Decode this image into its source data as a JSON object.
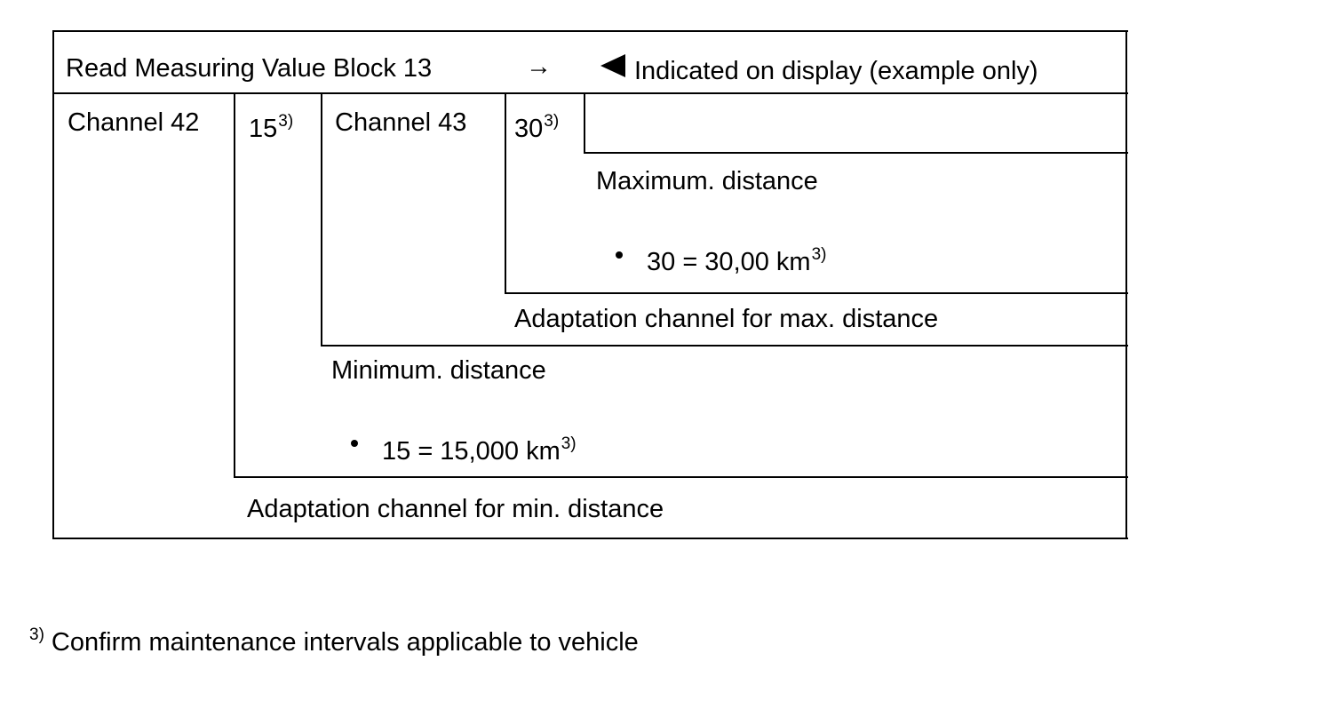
{
  "header": {
    "title": "Read Measuring Value Block 13",
    "arrow": "→",
    "display_note": "Indicated on display (example only)"
  },
  "fields": {
    "channel_42": "Channel 42",
    "value_15": "15",
    "channel_43": "Channel 43",
    "value_30": "30",
    "footnote_marker": "3)"
  },
  "max_section": {
    "label": "Maximum. distance",
    "item": "30 = 30,00 km",
    "caption": "Adaptation channel for max. distance"
  },
  "min_section": {
    "label": "Minimum. distance",
    "item": "15 = 15,000 km",
    "caption": "Adaptation channel for min. distance"
  },
  "footnote": {
    "marker": "3)",
    "text": "Confirm maintenance intervals applicable to vehicle"
  }
}
